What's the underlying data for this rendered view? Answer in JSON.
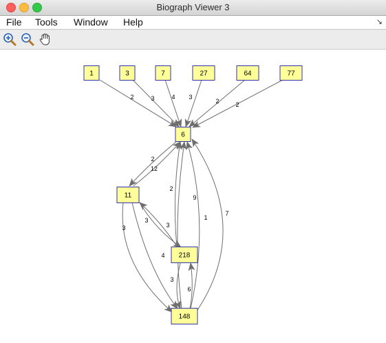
{
  "window": {
    "title": "Biograph Viewer 3"
  },
  "menu": [
    {
      "id": "file",
      "label": "File"
    },
    {
      "id": "tools",
      "label": "Tools"
    },
    {
      "id": "window",
      "label": "Window"
    },
    {
      "id": "help",
      "label": "Help"
    }
  ],
  "toolbar": {
    "tools": [
      "zoom-in-icon",
      "zoom-out-icon",
      "hand-pan-icon"
    ]
  },
  "graph": {
    "node_fill": "#ffff99",
    "node_border": "#3333aa",
    "edge_color": "#6e6e6e",
    "nodes": [
      {
        "id": "n1",
        "label": "1"
      },
      {
        "id": "n3",
        "label": "3"
      },
      {
        "id": "n7",
        "label": "7"
      },
      {
        "id": "n27",
        "label": "27"
      },
      {
        "id": "n64",
        "label": "64"
      },
      {
        "id": "n77",
        "label": "77"
      },
      {
        "id": "n6",
        "label": "6"
      },
      {
        "id": "n11",
        "label": "11"
      },
      {
        "id": "n218",
        "label": "218"
      },
      {
        "id": "n148",
        "label": "148"
      }
    ],
    "edges": [
      {
        "from": "n1",
        "to": "n6",
        "weight": "2"
      },
      {
        "from": "n3",
        "to": "n6",
        "weight": "3"
      },
      {
        "from": "n7",
        "to": "n6",
        "weight": "4"
      },
      {
        "from": "n27",
        "to": "n6",
        "weight": "3"
      },
      {
        "from": "n64",
        "to": "n6",
        "weight": "2"
      },
      {
        "from": "n77",
        "to": "n6",
        "weight": "2"
      },
      {
        "from": "n6",
        "to": "n11",
        "weight": "2"
      },
      {
        "from": "n11",
        "to": "n6",
        "weight": "12"
      },
      {
        "from": "n218",
        "to": "n6",
        "weight": "2"
      },
      {
        "from": "n148",
        "to": "n6",
        "weight": "9"
      },
      {
        "from": "n148",
        "to": "n6",
        "weight": "1"
      },
      {
        "from": "n148",
        "to": "n6",
        "weight": "7"
      },
      {
        "from": "n11",
        "to": "n218",
        "weight": "3"
      },
      {
        "from": "n218",
        "to": "n11",
        "weight": "3"
      },
      {
        "from": "n11",
        "to": "n148",
        "weight": "3"
      },
      {
        "from": "n11",
        "to": "n148",
        "weight": "4"
      },
      {
        "from": "n218",
        "to": "n148",
        "weight": "3"
      },
      {
        "from": "n148",
        "to": "n218",
        "weight": "6"
      }
    ]
  }
}
